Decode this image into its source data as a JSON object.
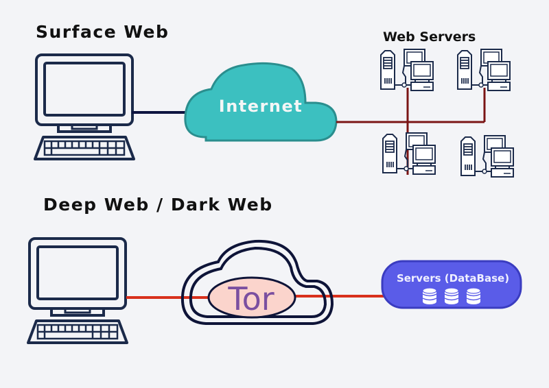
{
  "sections": {
    "surface": {
      "title": "Surface Web",
      "cloud_label": "Internet",
      "servers_label": "Web Servers"
    },
    "deep": {
      "title": "Deep Web / Dark Web",
      "cloud_label": "Tor",
      "database_label": "Servers (DataBase)"
    }
  },
  "colors": {
    "background": "#f3f4f7",
    "outline": "#1b2a4a",
    "internet_cloud": "#3cc0c0",
    "internet_stroke": "#2a8e8e",
    "surface_link": "#0d1440",
    "server_link": "#7a1414",
    "tor_link": "#d8301c",
    "tor_ellipse": "#fbd4cc",
    "tor_text": "#7a4fa0",
    "database_fill": "#5a5ce8"
  }
}
